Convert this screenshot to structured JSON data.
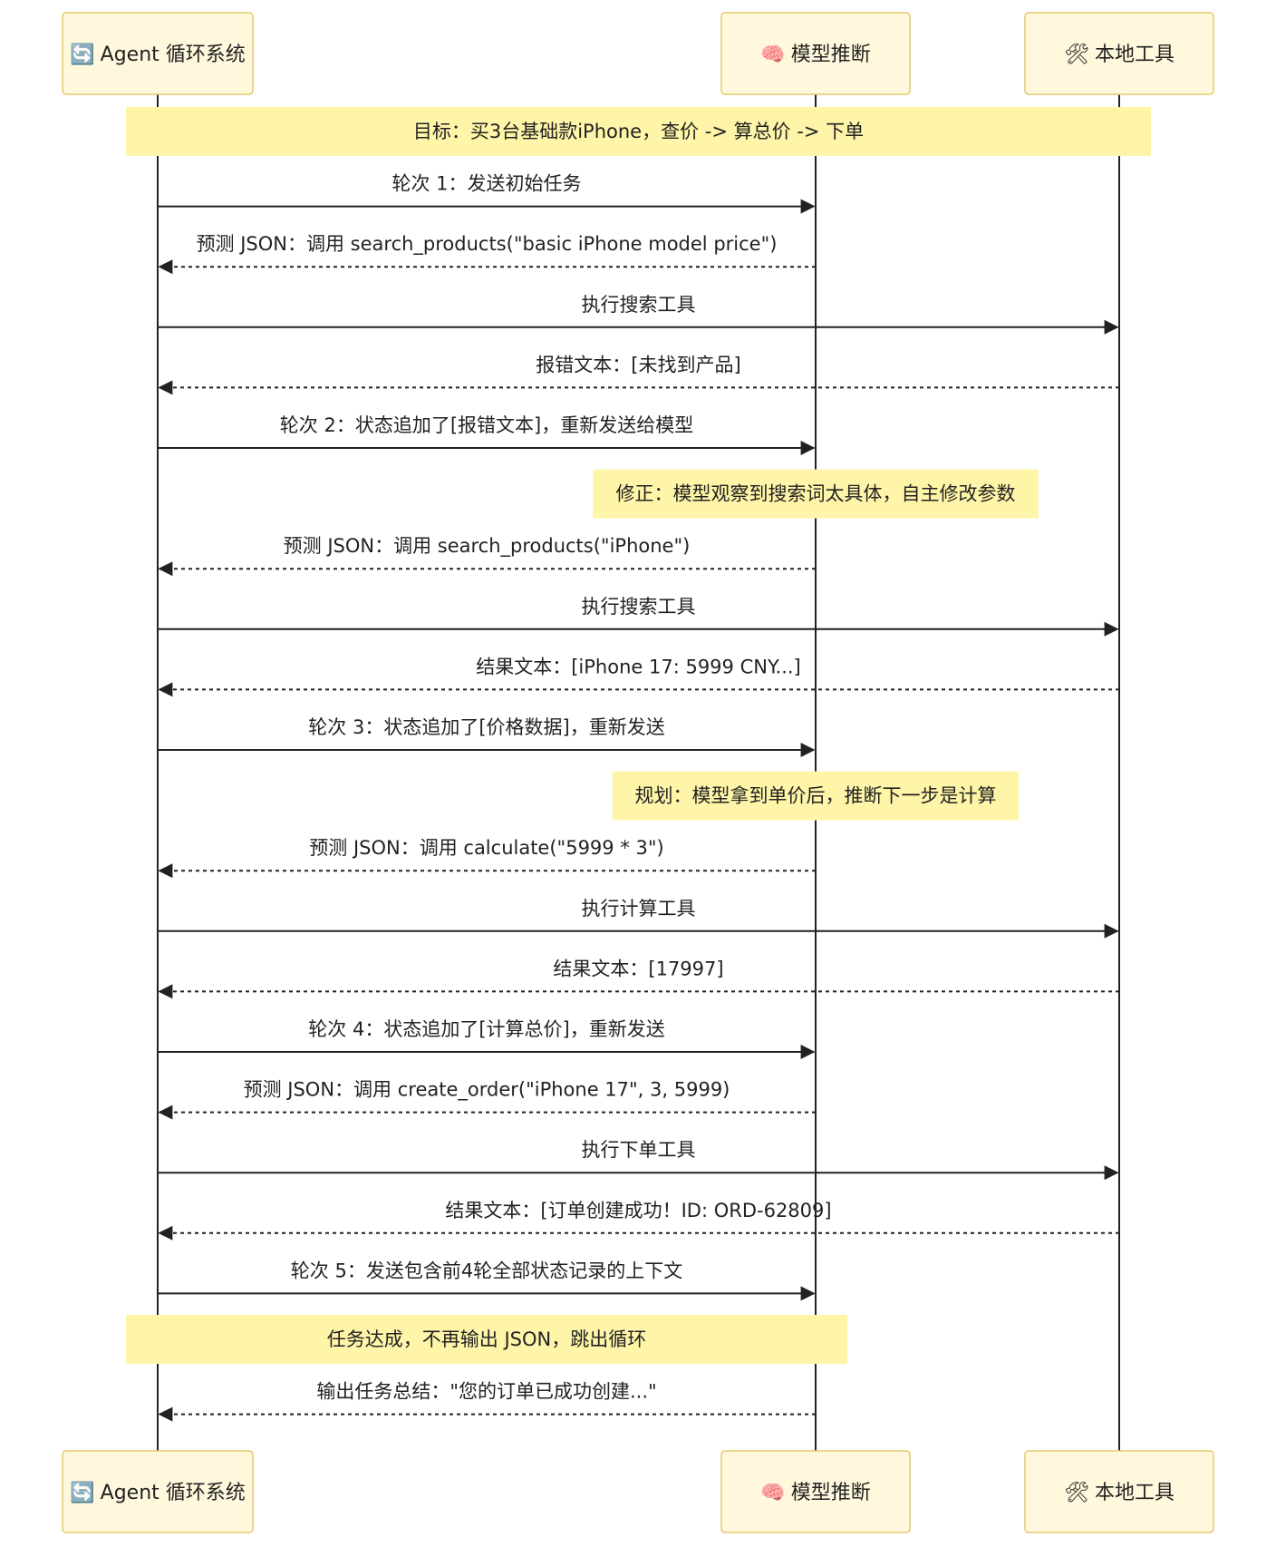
{
  "actors": [
    {
      "id": "agent",
      "label": "Agent 循环系统",
      "icon": "recycle-arrows-icon",
      "icon_glyph": "🔄"
    },
    {
      "id": "model",
      "label": "模型推断",
      "icon": "brain-icon",
      "icon_glyph": "🧠"
    },
    {
      "id": "tools",
      "label": "本地工具",
      "icon": "hammer-wrench-icon",
      "icon_glyph": "🛠"
    }
  ],
  "colors": {
    "actor_fill": "#fff8dc",
    "actor_stroke": "#e6c96e",
    "note_fill": "#fff5a8",
    "line": "#222222"
  },
  "events": [
    {
      "kind": "note",
      "text": "目标：买3台基础款iPhone，查价 -> 算总价 -> 下单",
      "over": [
        "agent",
        "tools"
      ]
    },
    {
      "kind": "msg",
      "from": "agent",
      "to": "model",
      "text": "轮次 1：发送初始任务",
      "dashed": false
    },
    {
      "kind": "msg",
      "from": "model",
      "to": "agent",
      "text": "预测 JSON：调用 search_products(\"basic iPhone model price\")",
      "dashed": true
    },
    {
      "kind": "msg",
      "from": "agent",
      "to": "tools",
      "text": "执行搜索工具",
      "dashed": false
    },
    {
      "kind": "msg",
      "from": "tools",
      "to": "agent",
      "text": "报错文本：[未找到产品]",
      "dashed": true
    },
    {
      "kind": "msg",
      "from": "agent",
      "to": "model",
      "text": "轮次 2：状态追加了[报错文本]，重新发送给模型",
      "dashed": false
    },
    {
      "kind": "note",
      "text": "修正：模型观察到搜索词太具体，自主修改参数",
      "over": [
        "model"
      ]
    },
    {
      "kind": "msg",
      "from": "model",
      "to": "agent",
      "text": "预测 JSON：调用 search_products(\"iPhone\")",
      "dashed": true
    },
    {
      "kind": "msg",
      "from": "agent",
      "to": "tools",
      "text": "执行搜索工具",
      "dashed": false
    },
    {
      "kind": "msg",
      "from": "tools",
      "to": "agent",
      "text": "结果文本：[iPhone 17: 5999 CNY...]",
      "dashed": true
    },
    {
      "kind": "msg",
      "from": "agent",
      "to": "model",
      "text": "轮次 3：状态追加了[价格数据]，重新发送",
      "dashed": false
    },
    {
      "kind": "note",
      "text": "规划：模型拿到单价后，推断下一步是计算",
      "over": [
        "model"
      ]
    },
    {
      "kind": "msg",
      "from": "model",
      "to": "agent",
      "text": "预测 JSON：调用 calculate(\"5999 * 3\")",
      "dashed": true
    },
    {
      "kind": "msg",
      "from": "agent",
      "to": "tools",
      "text": "执行计算工具",
      "dashed": false
    },
    {
      "kind": "msg",
      "from": "tools",
      "to": "agent",
      "text": "结果文本：[17997]",
      "dashed": true
    },
    {
      "kind": "msg",
      "from": "agent",
      "to": "model",
      "text": "轮次 4：状态追加了[计算总价]，重新发送",
      "dashed": false
    },
    {
      "kind": "msg",
      "from": "model",
      "to": "agent",
      "text": "预测 JSON：调用 create_order(\"iPhone 17\", 3, 5999)",
      "dashed": true
    },
    {
      "kind": "msg",
      "from": "agent",
      "to": "tools",
      "text": "执行下单工具",
      "dashed": false
    },
    {
      "kind": "msg",
      "from": "tools",
      "to": "agent",
      "text": "结果文本：[订单创建成功！ID: ORD-62809]",
      "dashed": true
    },
    {
      "kind": "msg",
      "from": "agent",
      "to": "model",
      "text": "轮次 5：发送包含前4轮全部状态记录的上下文",
      "dashed": false
    },
    {
      "kind": "note",
      "text": "任务达成，不再输出 JSON，跳出循环",
      "over": [
        "agent",
        "model"
      ]
    },
    {
      "kind": "msg",
      "from": "model",
      "to": "agent",
      "text": "输出任务总结：\"您的订单已成功创建...\"",
      "dashed": true
    }
  ]
}
